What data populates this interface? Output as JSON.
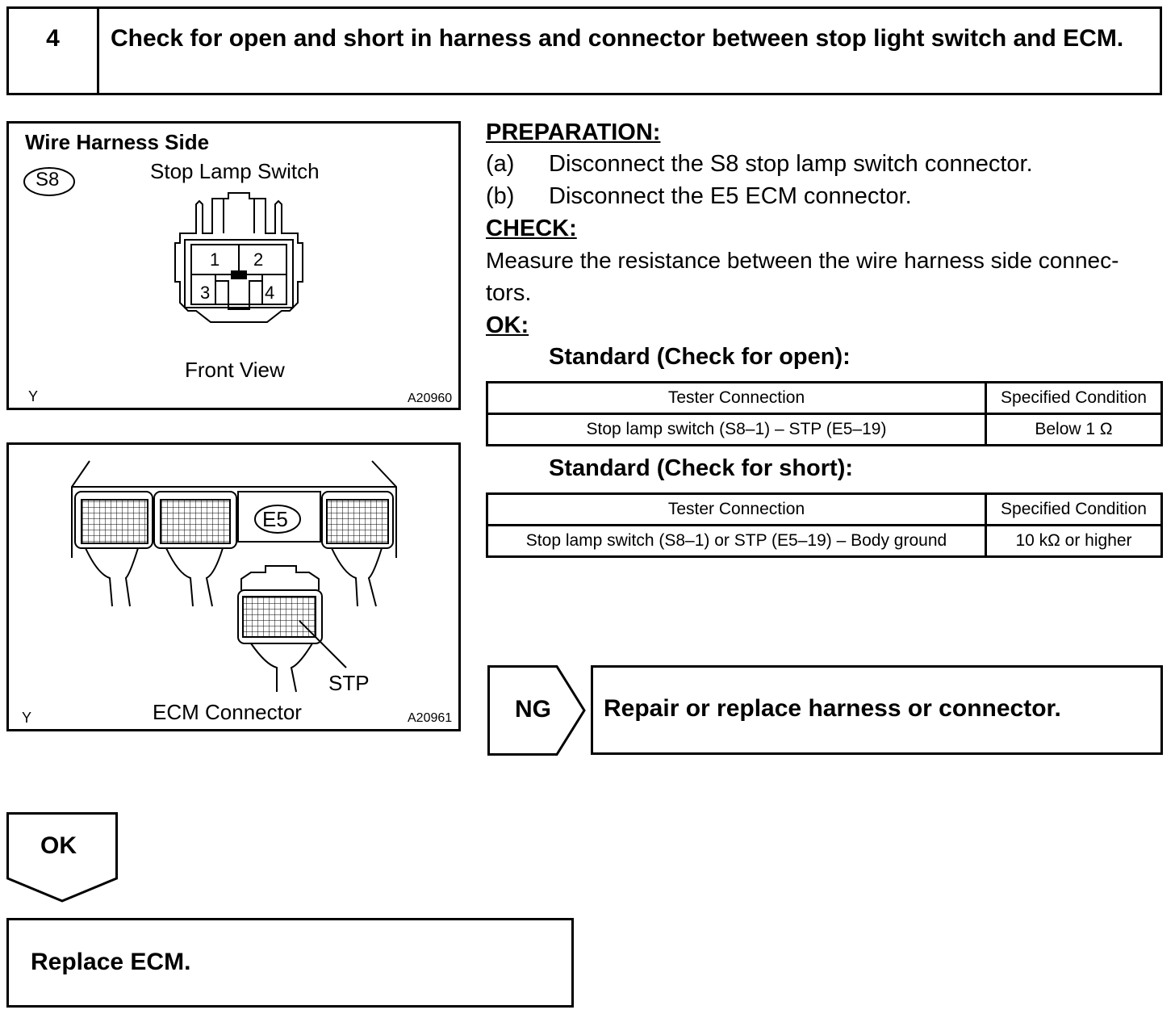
{
  "step": {
    "number": "4",
    "title": "Check for open and short in harness and connector between stop light switch and ECM."
  },
  "figure1": {
    "heading": "Wire Harness Side",
    "connector_id": "S8",
    "name": "Stop Lamp Switch",
    "pins": [
      "1",
      "2",
      "3",
      "4"
    ],
    "view": "Front View",
    "corner": "Y",
    "code": "A20960"
  },
  "figure2": {
    "connector_id": "E5",
    "terminal": "STP",
    "name": "ECM Connector",
    "corner": "Y",
    "code": "A20961"
  },
  "procedure": {
    "preparation_heading": "PREPARATION:",
    "steps": [
      {
        "label": "(a)",
        "text": "Disconnect the S8 stop lamp switch connector."
      },
      {
        "label": "(b)",
        "text": "Disconnect the E5 ECM connector."
      }
    ],
    "check_heading": "CHECK:",
    "check_line1": "Measure the resistance between the wire harness side connec-",
    "check_line2": "tors.",
    "ok_heading": "OK:",
    "standard_open": "Standard (Check for open):",
    "standard_short": "Standard (Check for short):"
  },
  "table_open": {
    "headers": [
      "Tester Connection",
      "Specified Condition"
    ],
    "rows": [
      [
        "Stop lamp switch (S8–1) – STP (E5–19)",
        "Below 1 Ω"
      ]
    ]
  },
  "table_short": {
    "headers": [
      "Tester Connection",
      "Specified Condition"
    ],
    "rows": [
      [
        "Stop lamp switch (S8–1) or STP (E5–19) – Body ground",
        "10 kΩ or higher"
      ]
    ]
  },
  "ng": {
    "label": "NG",
    "result": "Repair or replace harness or connector."
  },
  "ok": {
    "label": "OK",
    "result": "Replace ECM."
  }
}
